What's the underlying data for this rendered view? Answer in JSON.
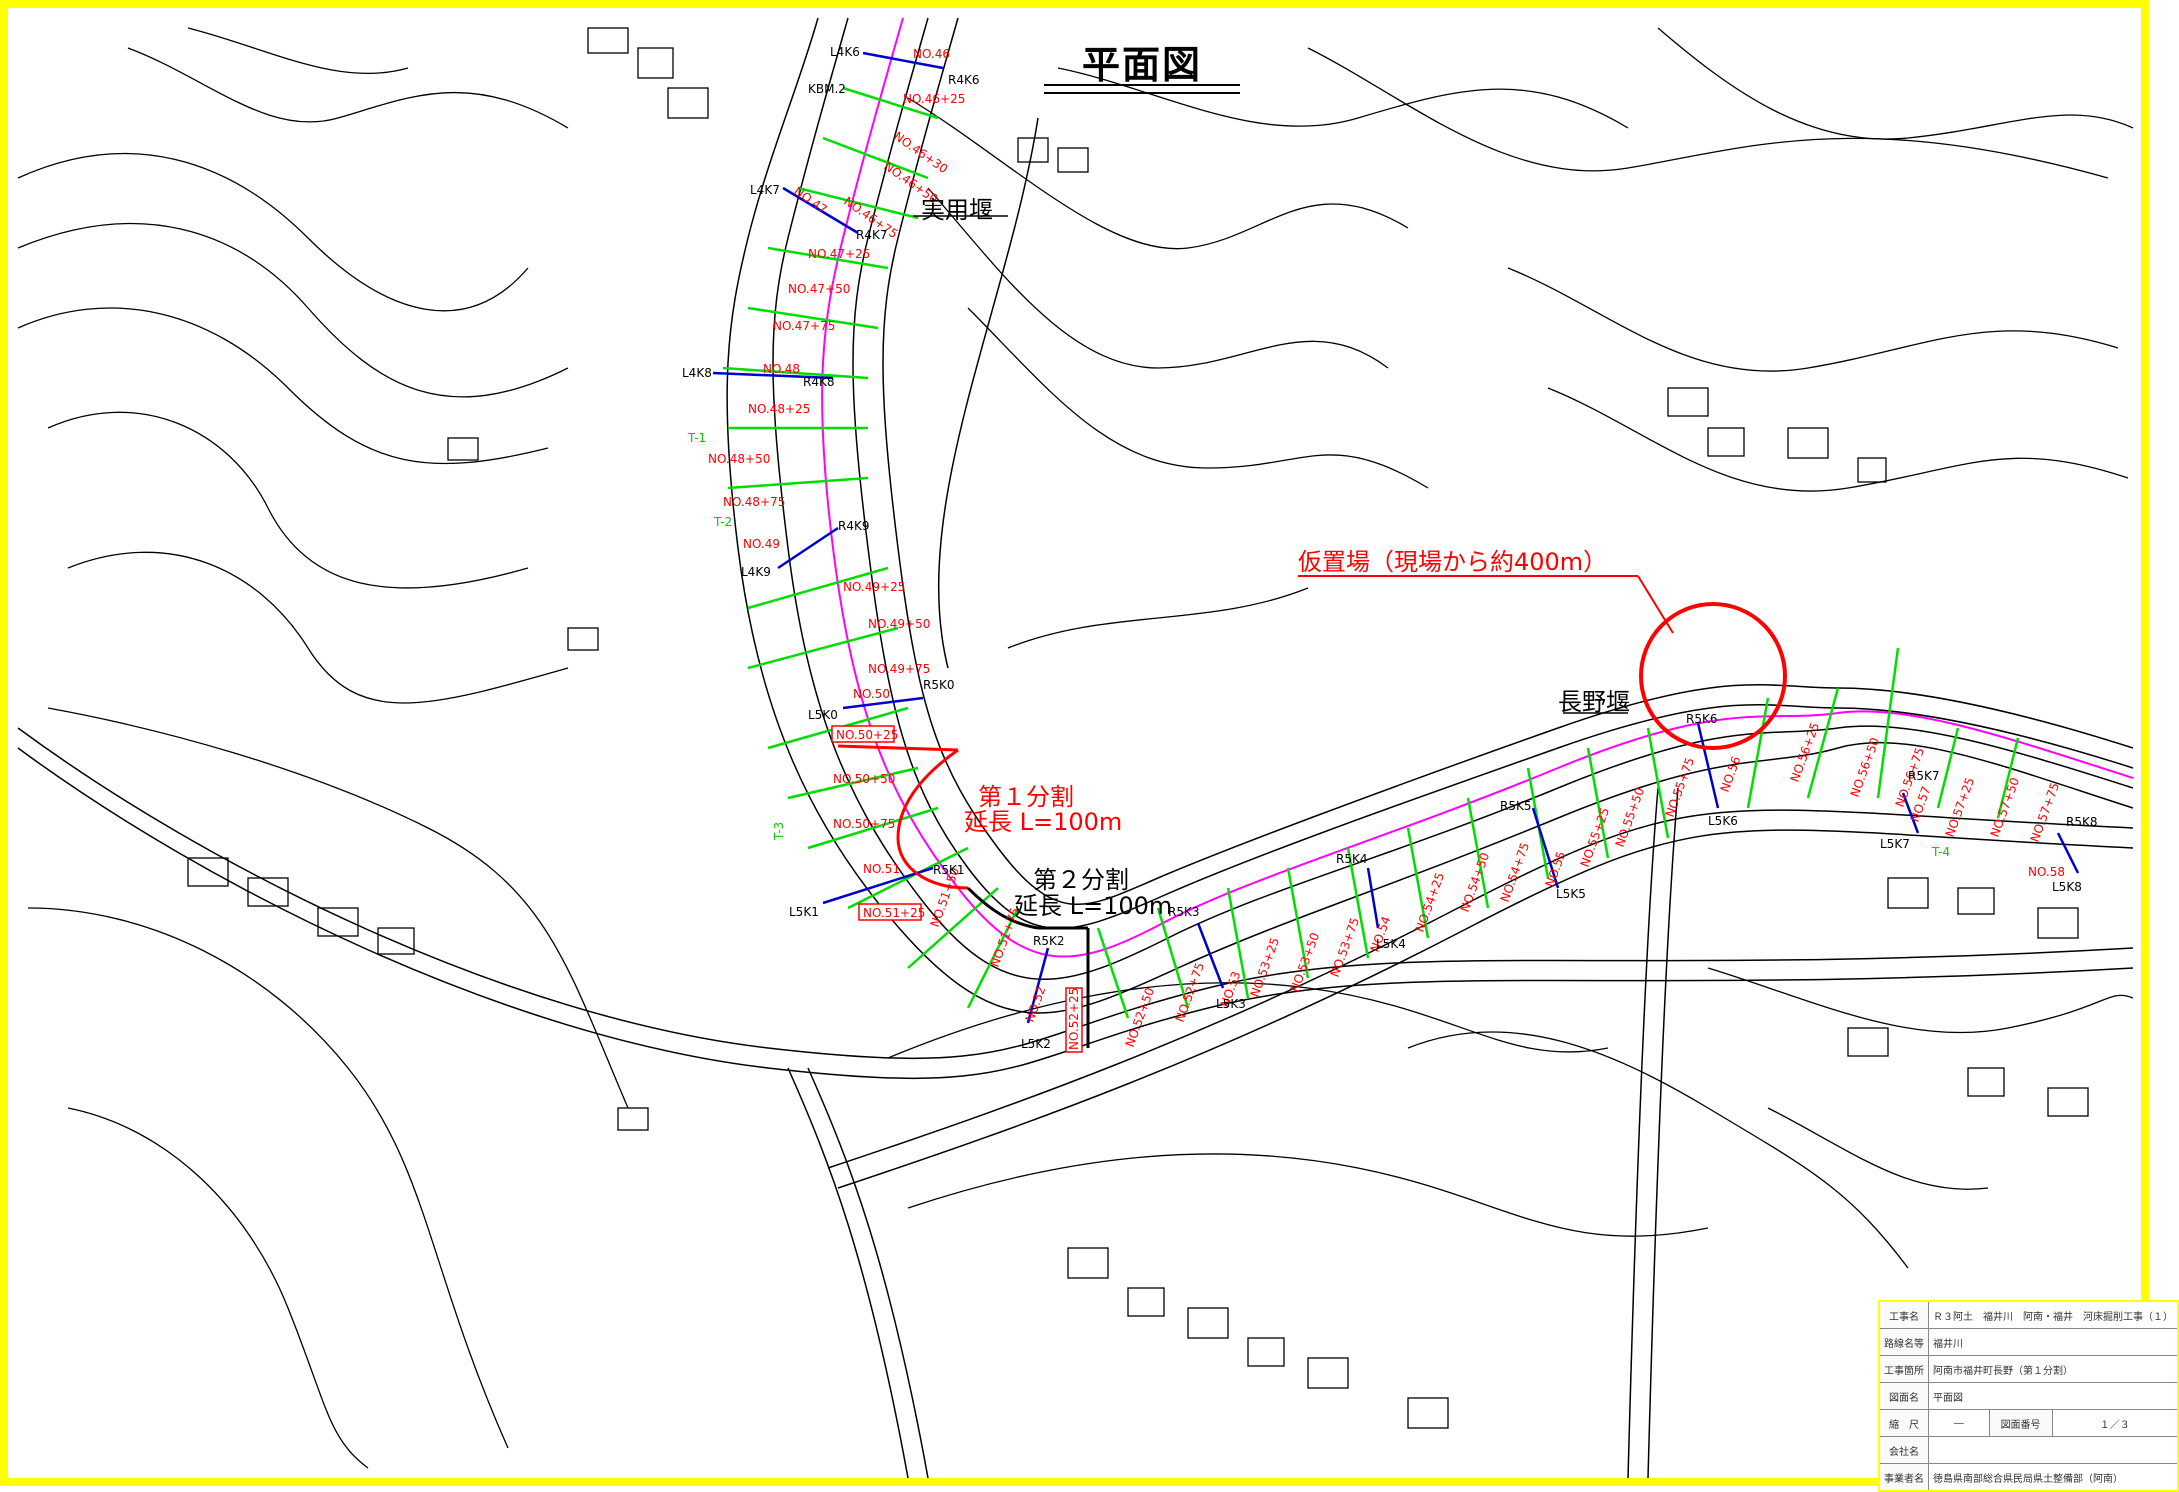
{
  "sheet_title": "平面図",
  "colors": {
    "border": "#ffff00",
    "contour": "#000000",
    "section_line": "#00dd00",
    "centerline": "#ff00ff",
    "benchmark_line": "#0000cc",
    "annotation": "#ff0000"
  },
  "labels": {
    "weir_jitsuyo": "実用堰",
    "weir_nagano": "長野堰",
    "temp_yard": "仮置場（現場から約400m）",
    "div1_title": "第１分割",
    "div1_length": "延長 L=100m",
    "div2_title": "第２分割",
    "div2_length": "延長 L=100m",
    "kbm": "KBM.2",
    "t_marks": [
      "T-1",
      "T-2",
      "T-3",
      "T-4"
    ],
    "boxed_stations": [
      "NO.50+25",
      "NO.51+25",
      "NO.52+25"
    ]
  },
  "stations": [
    "NO.46",
    "NO.46+25",
    "NO.46+30",
    "NO.46+50",
    "NO.46+75",
    "NO.47",
    "NO.47+25",
    "NO.47+50",
    "NO.47+75",
    "NO.48",
    "NO.48+25",
    "NO.48+50",
    "NO.48+75",
    "NO.49",
    "NO.49+25",
    "NO.49+50",
    "NO.49+75",
    "NO.50",
    "NO.50+50",
    "NO.50+75",
    "NO.51",
    "NO.51+50",
    "NO.51+75",
    "NO.52",
    "NO.52+50",
    "NO.52+75",
    "NO.53",
    "NO.53+25",
    "NO.53+50",
    "NO.53+75",
    "NO.54",
    "NO.54+25",
    "NO.54+50",
    "NO.54+75",
    "NO.55",
    "NO.55+25",
    "NO.55+50",
    "NO.55+75",
    "NO.56",
    "NO.56+25",
    "NO.56+50",
    "NO.56+75",
    "NO.57",
    "NO.57+25",
    "NO.57+50",
    "NO.57+75",
    "NO.58"
  ],
  "benchmarks_left": [
    "L4K6",
    "L4K7",
    "L4K8",
    "L4K9",
    "L5K0",
    "L5K1",
    "L5K2",
    "L5K3",
    "L5K4",
    "L5K5",
    "L5K6",
    "L5K7",
    "L5K8"
  ],
  "benchmarks_right": [
    "R4K6",
    "R4K7",
    "R4K8",
    "R4K9",
    "R5K0",
    "R5K1",
    "R5K2",
    "R5K3",
    "R5K4",
    "R5K5",
    "R5K6",
    "R5K7",
    "R5K8"
  ],
  "title_block": [
    {
      "key": "工事名",
      "value": "Ｒ３阿土　福井川　阿南・福井　河床掘削工事（１）"
    },
    {
      "key": "路線名等",
      "value": "福井川"
    },
    {
      "key": "工事箇所",
      "value": "阿南市福井町長野（第１分割）"
    },
    {
      "key": "図面名",
      "value": "平面図"
    },
    {
      "key": "縮　尺",
      "value": "―",
      "key2": "図面番号",
      "value2": "１／３"
    },
    {
      "key": "会社名",
      "value": ""
    },
    {
      "key": "事業者名",
      "value": "徳島県南部総合県民局県土整備部（阿南）"
    }
  ]
}
